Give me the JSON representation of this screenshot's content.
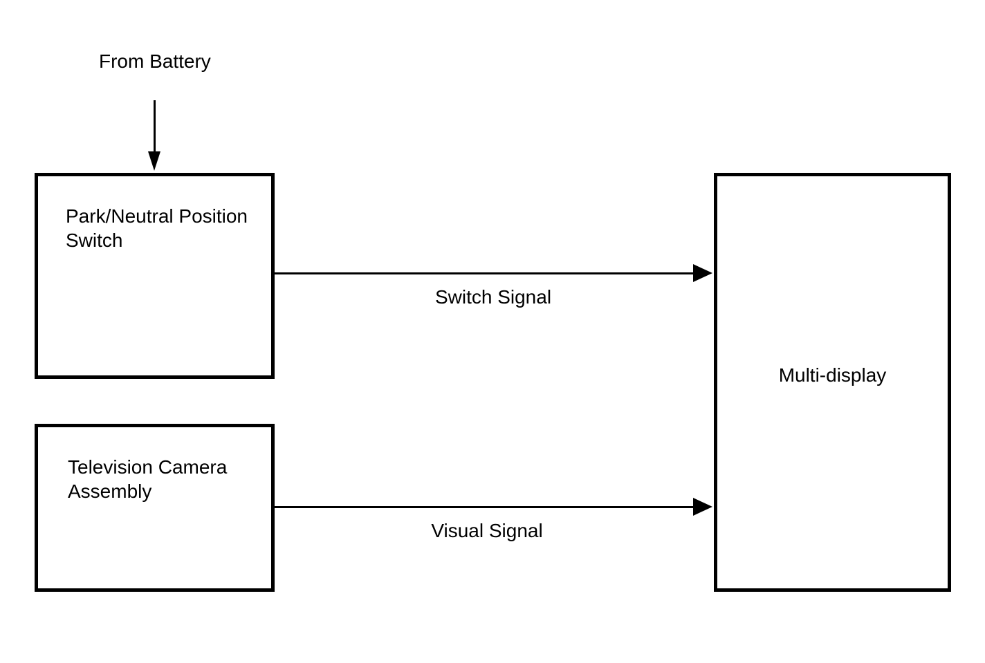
{
  "diagram": {
    "background_color": "#ffffff",
    "line_color": "#000000",
    "text_color": "#000000",
    "source_label": "From Battery",
    "nodes": {
      "park_neutral_switch": {
        "lines": [
          "Park/Neutral Position",
          "Switch"
        ]
      },
      "tv_camera_assembly": {
        "lines": [
          "Television Camera",
          "Assembly"
        ]
      },
      "multi_display": {
        "label": "Multi-display"
      }
    },
    "edges": [
      {
        "label": "Switch Signal",
        "from": "Park/Neutral Position Switch",
        "to": "Multi-display"
      },
      {
        "label": "Visual Signal",
        "from": "Television Camera Assembly",
        "to": "Multi-display"
      },
      {
        "label": "From Battery",
        "from": "Battery",
        "to": "Park/Neutral Position Switch"
      }
    ]
  }
}
